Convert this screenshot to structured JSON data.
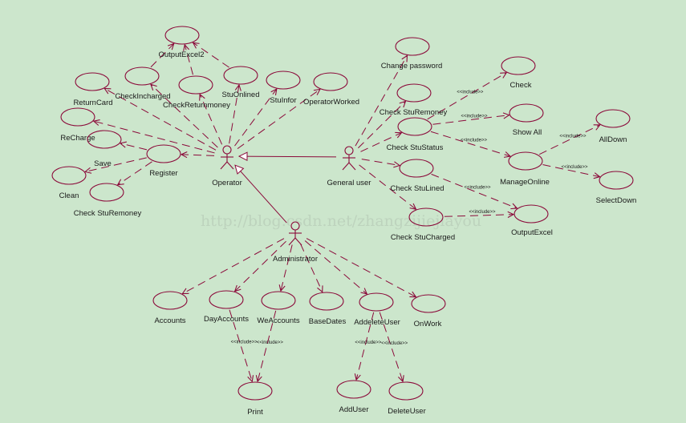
{
  "diagram": {
    "type": "uml-use-case",
    "colors": {
      "background": "#cce6cc",
      "stroke": "#8b0a3a",
      "text": "#1a1a1a"
    },
    "watermark": "http://blog.csdn.net/zhangzijiejiayou",
    "actors": [
      {
        "id": "operator",
        "label": "Operator"
      },
      {
        "id": "generaluser",
        "label": "General user"
      },
      {
        "id": "administrator",
        "label": "Administrator"
      }
    ],
    "use_cases": [
      {
        "id": "outputexcel2",
        "label": "OutputExcel2"
      },
      {
        "id": "returncard",
        "label": "ReturnCard"
      },
      {
        "id": "checkincharged",
        "label": "CheckIncharged"
      },
      {
        "id": "checkreturnmoney",
        "label": "CheckReturnmoney"
      },
      {
        "id": "stuonlined",
        "label": "StuOnlined"
      },
      {
        "id": "stuinfor",
        "label": "StuInfor"
      },
      {
        "id": "operatorworked",
        "label": "OperatorWorked"
      },
      {
        "id": "recharge",
        "label": "ReCharge"
      },
      {
        "id": "save",
        "label": "Save"
      },
      {
        "id": "register",
        "label": "Register"
      },
      {
        "id": "clean",
        "label": "Clean"
      },
      {
        "id": "checksturemoney_op",
        "label": "Check StuRemoney"
      },
      {
        "id": "changepassword",
        "label": "Change password"
      },
      {
        "id": "checkstuemoney_gu",
        "label": "Check StuRemoney"
      },
      {
        "id": "checkstustatus",
        "label": "Check StuStatus"
      },
      {
        "id": "checkstulined",
        "label": "Check StuLined"
      },
      {
        "id": "checkstucharged",
        "label": "Check StuCharged"
      },
      {
        "id": "check",
        "label": "Check"
      },
      {
        "id": "showall",
        "label": "Show  All"
      },
      {
        "id": "manageonline",
        "label": "ManageOnline"
      },
      {
        "id": "alldown",
        "label": "AllDown"
      },
      {
        "id": "selectdown",
        "label": "SelectDown"
      },
      {
        "id": "outputexcel",
        "label": "OutputExcel"
      },
      {
        "id": "accounts",
        "label": "Accounts"
      },
      {
        "id": "dayaccounts",
        "label": "DayAccounts"
      },
      {
        "id": "weaccounts",
        "label": "WeAccounts"
      },
      {
        "id": "basedates",
        "label": "BaseDates"
      },
      {
        "id": "addeleteuser",
        "label": "AddeleteUser"
      },
      {
        "id": "onwork",
        "label": "OnWork"
      },
      {
        "id": "print",
        "label": "Print"
      },
      {
        "id": "adduser",
        "label": "AddUser"
      },
      {
        "id": "deleteuser",
        "label": "DeleteUser"
      }
    ],
    "relations": [
      {
        "kind": "generalization",
        "from": "generaluser",
        "to": "operator"
      },
      {
        "kind": "generalization",
        "from": "administrator",
        "to": "operator"
      },
      {
        "kind": "association",
        "from": "operator",
        "to": "returncard"
      },
      {
        "kind": "association",
        "from": "operator",
        "to": "checkincharged"
      },
      {
        "kind": "association",
        "from": "operator",
        "to": "checkreturnmoney"
      },
      {
        "kind": "association",
        "from": "operator",
        "to": "stuonlined"
      },
      {
        "kind": "association",
        "from": "operator",
        "to": "stuinfor"
      },
      {
        "kind": "association",
        "from": "operator",
        "to": "operatorworked"
      },
      {
        "kind": "association",
        "from": "operator",
        "to": "recharge"
      },
      {
        "kind": "association",
        "from": "operator",
        "to": "register"
      },
      {
        "kind": "association",
        "from": "register",
        "to": "save"
      },
      {
        "kind": "association",
        "from": "register",
        "to": "clean"
      },
      {
        "kind": "association",
        "from": "register",
        "to": "checksturemoney_op"
      },
      {
        "kind": "association",
        "from": "checkincharged",
        "to": "outputexcel2"
      },
      {
        "kind": "association",
        "from": "checkreturnmoney",
        "to": "outputexcel2"
      },
      {
        "kind": "association",
        "from": "stuonlined",
        "to": "outputexcel2"
      },
      {
        "kind": "association",
        "from": "generaluser",
        "to": "changepassword"
      },
      {
        "kind": "association",
        "from": "generaluser",
        "to": "checkstuemoney_gu"
      },
      {
        "kind": "association",
        "from": "generaluser",
        "to": "checkstustatus"
      },
      {
        "kind": "association",
        "from": "generaluser",
        "to": "checkstulined"
      },
      {
        "kind": "association",
        "from": "generaluser",
        "to": "checkstucharged"
      },
      {
        "kind": "include",
        "label": "<<include>>",
        "from": "checkstustatus",
        "to": "check"
      },
      {
        "kind": "include",
        "label": "<<include>>",
        "from": "checkstustatus",
        "to": "showall"
      },
      {
        "kind": "include",
        "label": "<<include>>",
        "from": "checkstustatus",
        "to": "manageonline"
      },
      {
        "kind": "include",
        "label": "<<include>>",
        "from": "manageonline",
        "to": "alldown"
      },
      {
        "kind": "include",
        "label": "<<include>>",
        "from": "manageonline",
        "to": "selectdown"
      },
      {
        "kind": "include",
        "label": "<<include>>",
        "from": "checkstulined",
        "to": "outputexcel"
      },
      {
        "kind": "include",
        "label": "<<include>>",
        "from": "checkstucharged",
        "to": "outputexcel"
      },
      {
        "kind": "association",
        "from": "administrator",
        "to": "accounts"
      },
      {
        "kind": "association",
        "from": "administrator",
        "to": "dayaccounts"
      },
      {
        "kind": "association",
        "from": "administrator",
        "to": "weaccounts"
      },
      {
        "kind": "association",
        "from": "administrator",
        "to": "basedates"
      },
      {
        "kind": "association",
        "from": "administrator",
        "to": "addeleteuser"
      },
      {
        "kind": "association",
        "from": "administrator",
        "to": "onwork"
      },
      {
        "kind": "include",
        "label": "<<include>>",
        "from": "dayaccounts",
        "to": "print"
      },
      {
        "kind": "include",
        "label": "<<include>>",
        "from": "weaccounts",
        "to": "print"
      },
      {
        "kind": "include",
        "label": "<<include>>",
        "from": "addeleteuser",
        "to": "adduser"
      },
      {
        "kind": "include",
        "label": "<<include>>",
        "from": "addeleteuser",
        "to": "deleteuser"
      }
    ]
  }
}
